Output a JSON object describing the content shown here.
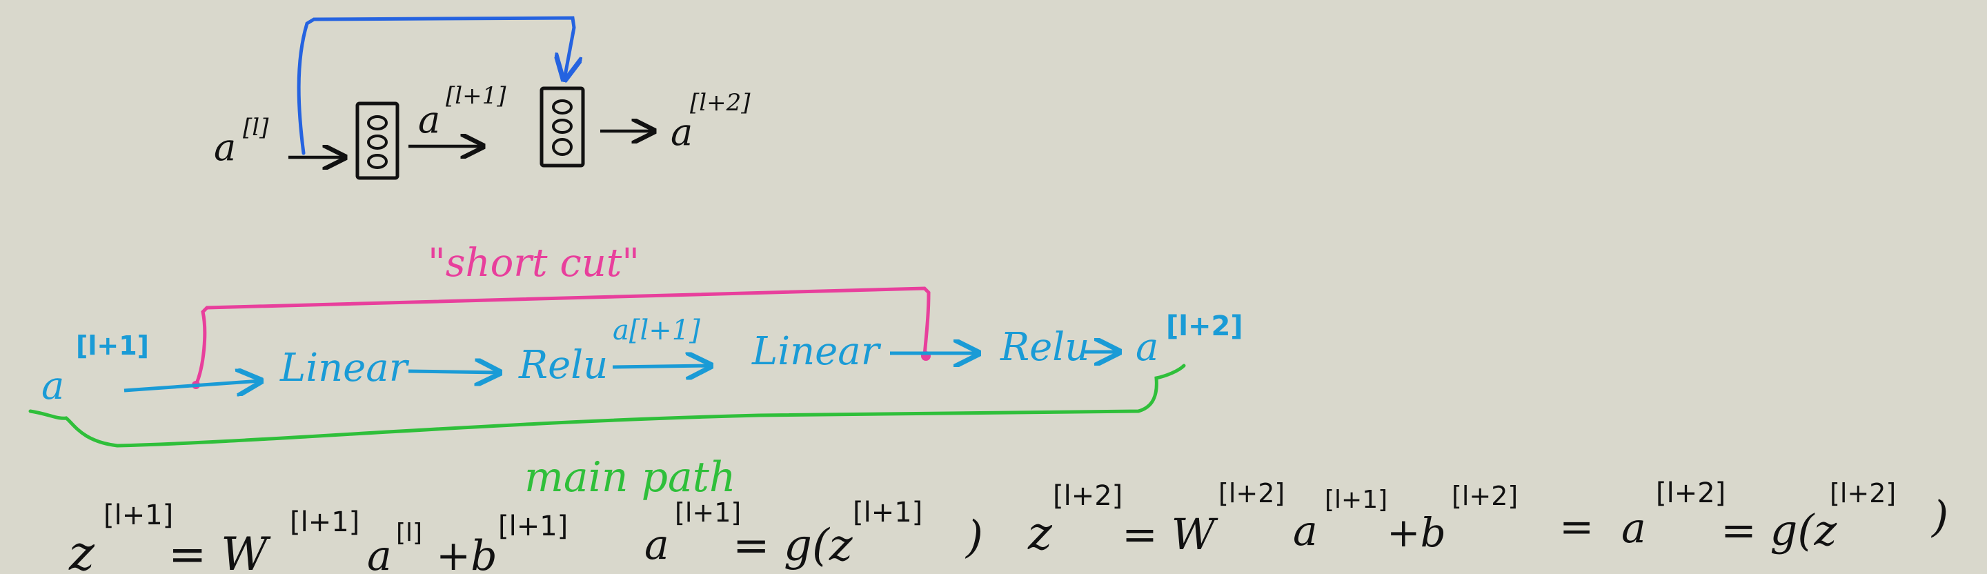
{
  "top_diagram": {
    "input_label": "a",
    "input_sup": "[l]",
    "mid_label": "a",
    "mid_sup": "[l+1]",
    "output_label": "a",
    "output_sup": "[l+2]"
  },
  "chain": {
    "shortcut_label": "\"short cut\"",
    "input_label": "a",
    "input_sup": "[l+1]",
    "block1": "Linear",
    "block2": "Relu",
    "mid_label": "a[l+1]",
    "block3": "Linear",
    "block4": "Relu",
    "output_label": "a",
    "output_sup": "[l+2]",
    "main_path_label": "main path"
  },
  "equations": {
    "eq1_lhs": "z",
    "eq1_lhs_sup": "[l+1]",
    "eq1_rhs": "= W",
    "eq1_w_sup": "[l+1]",
    "eq1_a": "a",
    "eq1_a_sup": "[l]",
    "eq1_b": "+b",
    "eq1_b_sup": "[l+1]",
    "eq2_lhs": "a",
    "eq2_lhs_sup": "[l+1]",
    "eq2_rhs": "= g(z",
    "eq2_rhs_sup": "[l+1]",
    "eq2_close": ")",
    "eq3_lhs": "z",
    "eq3_lhs_sup": "[l+2]",
    "eq3_rhs": "= W",
    "eq3_w_sup": "[l+2]",
    "eq3_a": "a",
    "eq3_a_sup": "[l+1]",
    "eq3_b": "+b",
    "eq3_b_sup": "[l+2]",
    "eq3_eq": "=",
    "eq4_lhs": "a",
    "eq4_lhs_sup": "[l+2]",
    "eq4_rhs": "= g(z",
    "eq4_rhs_sup": "[l+2]",
    "eq4_close": ")"
  },
  "colors": {
    "background": "#d9d8cc",
    "black_ink": "#111111",
    "blue_ink": "#1a9bd6",
    "dark_blue_ink": "#2563e0",
    "pink_ink": "#e83f9c",
    "green_ink": "#2fbf3a"
  }
}
